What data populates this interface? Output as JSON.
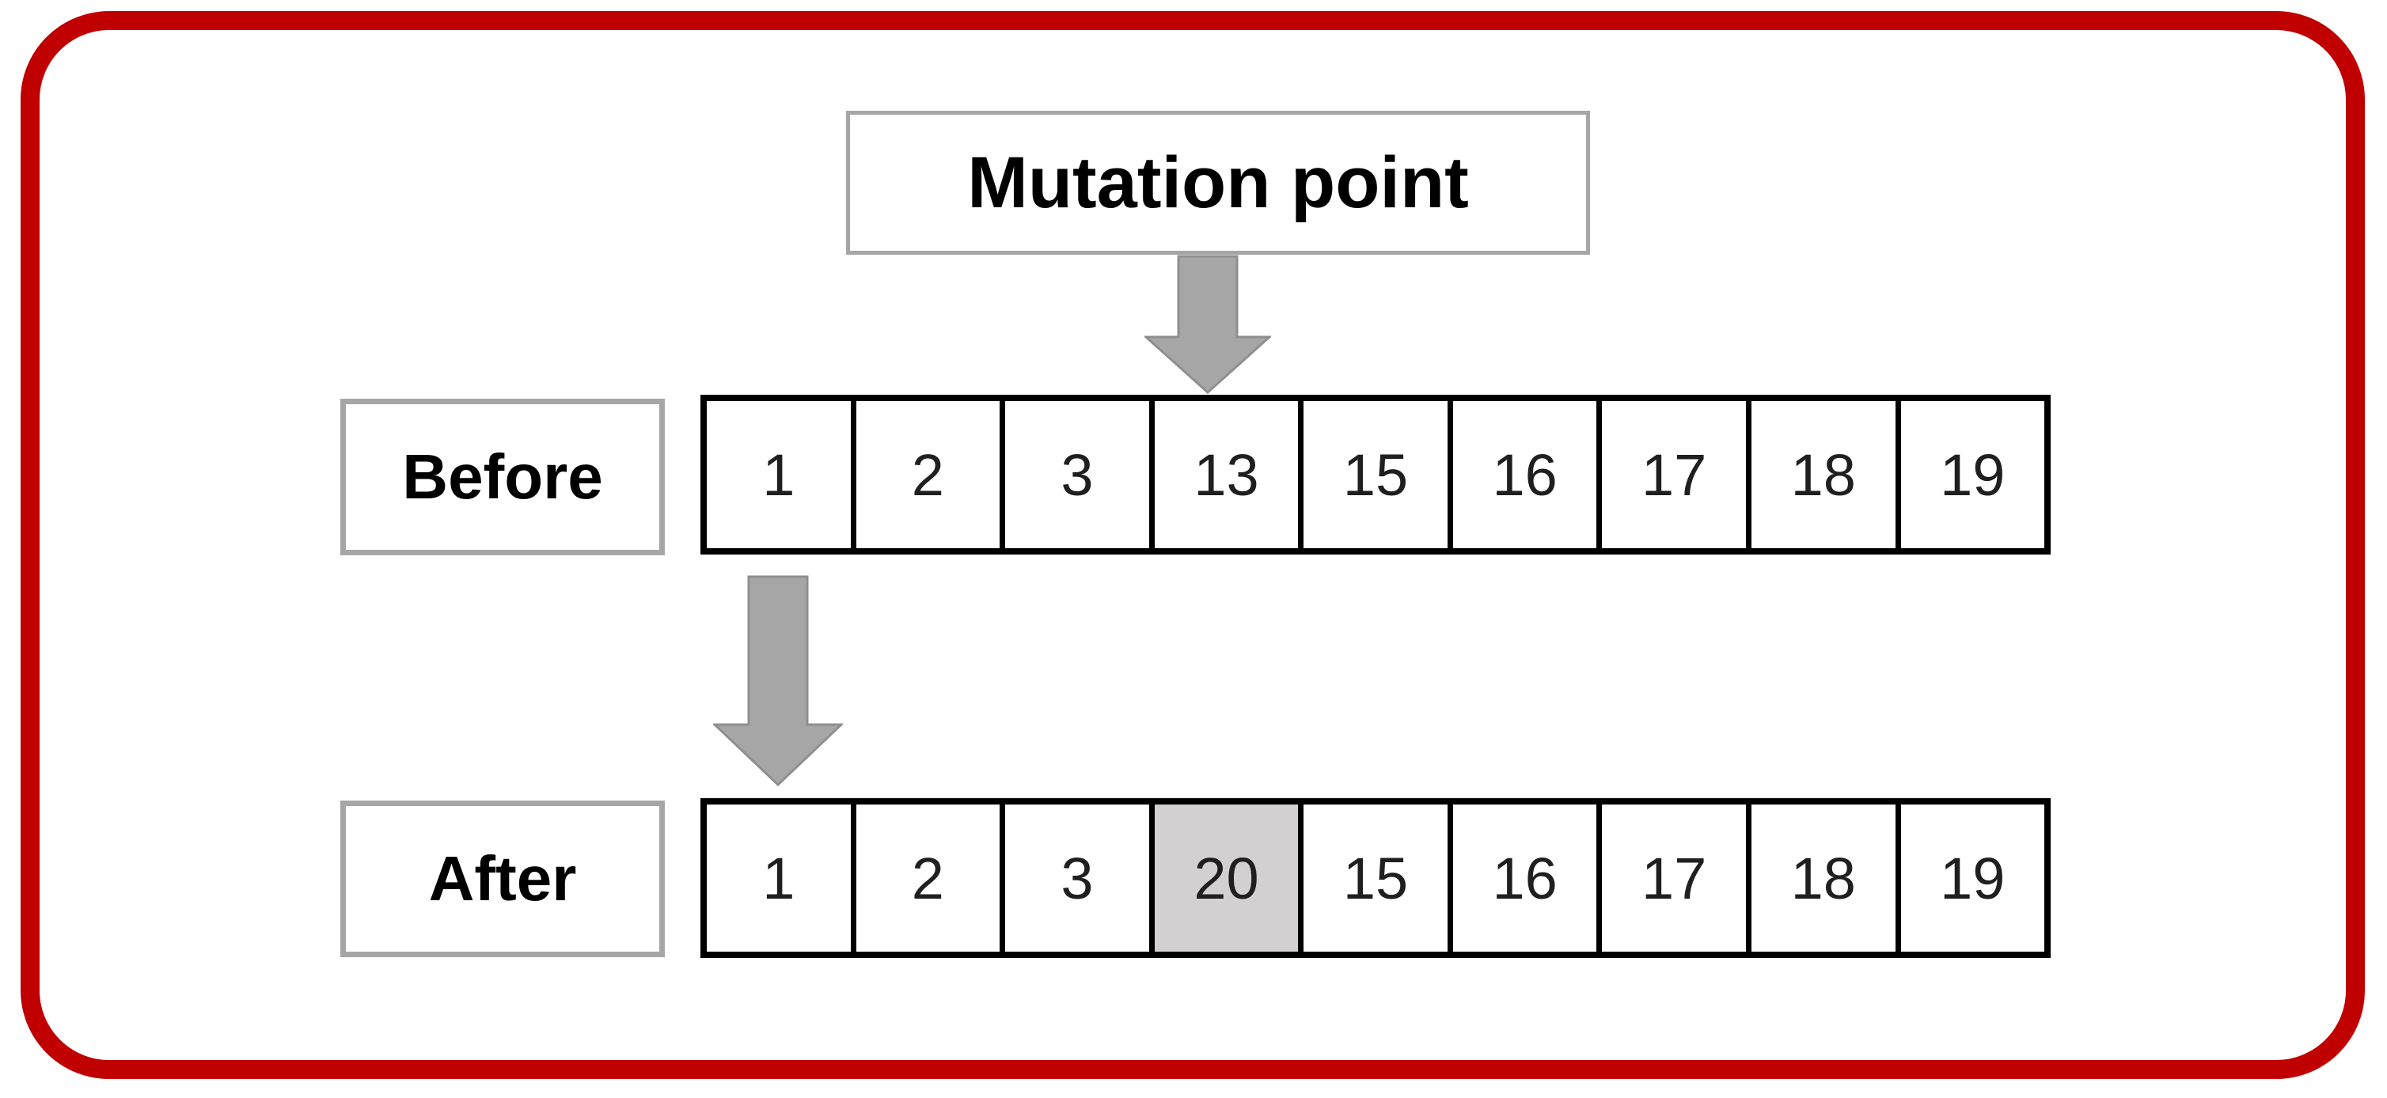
{
  "diagram": {
    "mutation_label": "Mutation point",
    "rows": {
      "before": {
        "label": "Before",
        "values": [
          "1",
          "2",
          "3",
          "13",
          "15",
          "16",
          "17",
          "18",
          "19"
        ],
        "highlight_index": null
      },
      "after": {
        "label": "After",
        "values": [
          "1",
          "2",
          "3",
          "20",
          "15",
          "16",
          "17",
          "18",
          "19"
        ],
        "highlight_index": 3
      }
    },
    "icons": {
      "arrow_1": "block-arrow-down-icon",
      "arrow_2": "block-arrow-down-icon"
    }
  },
  "colors": {
    "frame_red": "#c00000",
    "box_border_gray": "#a6a6a6",
    "arrow_fill": "#a6a6a6",
    "arrow_stroke": "#8f8f8f",
    "highlight_gray": "#d2d0d0",
    "cell_border": "#000000"
  }
}
